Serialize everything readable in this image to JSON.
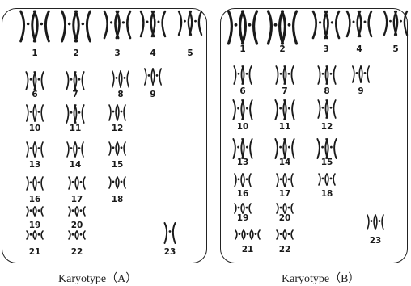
{
  "karyotypes": [
    {
      "id": "A",
      "caption": "Karyotype（A）",
      "chromosomes": [
        {
          "label": "1",
          "glyph": "XX"
        },
        {
          "label": "2",
          "glyph": "XX"
        },
        {
          "label": "3",
          "glyph": "XX"
        },
        {
          "label": "4",
          "glyph": "XX"
        },
        {
          "label": "5",
          "glyph": "XX"
        },
        {
          "label": "6",
          "glyph": "XX"
        },
        {
          "label": "7",
          "glyph": "XX"
        },
        {
          "label": "8",
          "glyph": "XX"
        },
        {
          "label": "9",
          "glyph": "XX"
        },
        {
          "label": "10",
          "glyph": "XX"
        },
        {
          "label": "11",
          "glyph": "XX"
        },
        {
          "label": "12",
          "glyph": "XX"
        },
        {
          "label": "13",
          "glyph": "XX"
        },
        {
          "label": "14",
          "glyph": "XX"
        },
        {
          "label": "15",
          "glyph": "XX"
        },
        {
          "label": "16",
          "glyph": "XX"
        },
        {
          "label": "17",
          "glyph": "XX"
        },
        {
          "label": "18",
          "glyph": "XX"
        },
        {
          "label": "19",
          "glyph": "XX"
        },
        {
          "label": "20",
          "glyph": "XX"
        },
        {
          "label": "21",
          "glyph": "XX"
        },
        {
          "label": "22",
          "glyph": "XX"
        },
        {
          "label": "23",
          "glyph": "X"
        }
      ]
    },
    {
      "id": "B",
      "caption": "Karyotype（B）",
      "chromosomes": [
        {
          "label": "1",
          "glyph": "XX"
        },
        {
          "label": "2",
          "glyph": "XX"
        },
        {
          "label": "3",
          "glyph": "XX"
        },
        {
          "label": "4",
          "glyph": "XX"
        },
        {
          "label": "5",
          "glyph": "XX"
        },
        {
          "label": "6",
          "glyph": "XX"
        },
        {
          "label": "7",
          "glyph": "XX"
        },
        {
          "label": "8",
          "glyph": "XX"
        },
        {
          "label": "9",
          "glyph": "XX"
        },
        {
          "label": "10",
          "glyph": "XX"
        },
        {
          "label": "11",
          "glyph": "XX"
        },
        {
          "label": "12",
          "glyph": "XX"
        },
        {
          "label": "13",
          "glyph": "XX"
        },
        {
          "label": "14",
          "glyph": "XX"
        },
        {
          "label": "15",
          "glyph": "XX"
        },
        {
          "label": "16",
          "glyph": "XX"
        },
        {
          "label": "17",
          "glyph": "XX"
        },
        {
          "label": "18",
          "glyph": "XX"
        },
        {
          "label": "19",
          "glyph": "XX"
        },
        {
          "label": "20",
          "glyph": "XX"
        },
        {
          "label": "21",
          "glyph": "XXX"
        },
        {
          "label": "22",
          "glyph": "XX"
        },
        {
          "label": "23",
          "glyph": "XX"
        }
      ]
    }
  ]
}
